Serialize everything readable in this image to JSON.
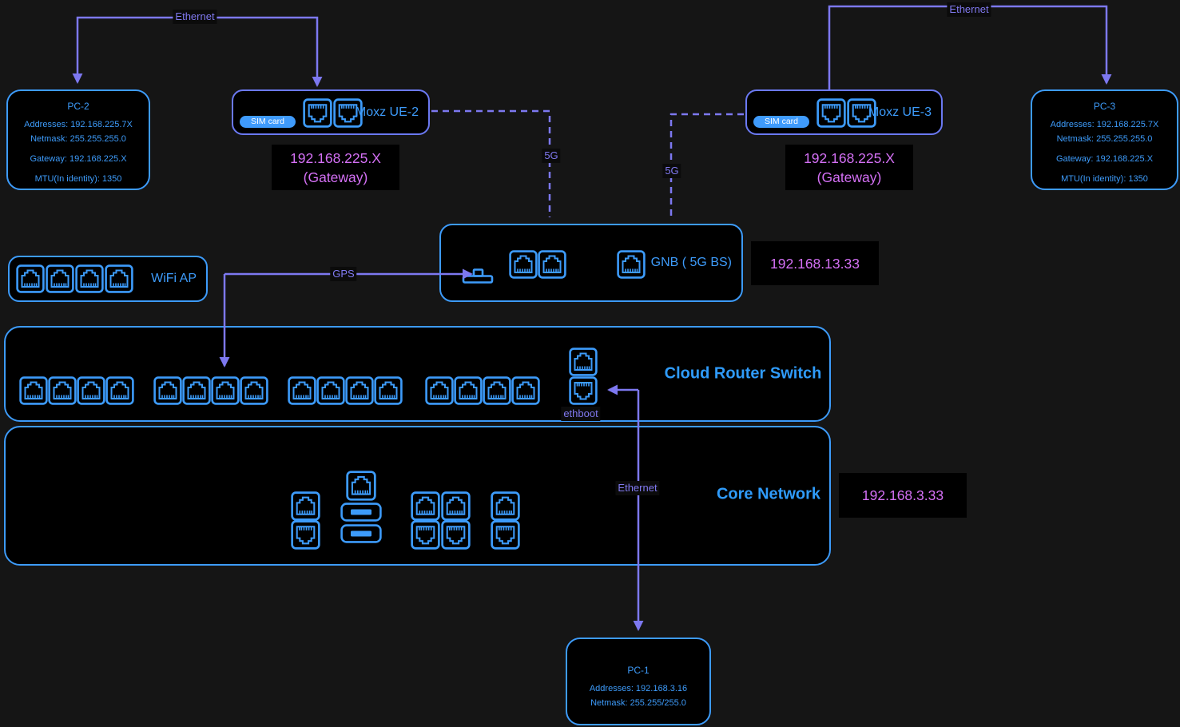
{
  "labels": {
    "ethernet": "Ethernet",
    "fiveg": "5G",
    "gps": "GPS",
    "ethboot": "ethboot"
  },
  "pc2": {
    "title": "PC-2",
    "addresses": "Addresses: 192.168.225.7X",
    "netmask": "Netmask: 255.255.255.0",
    "gateway": "Gateway: 192.168.225.X",
    "mtu": "MTU(In identity): 1350"
  },
  "pc3": {
    "title": "PC-3",
    "addresses": "Addresses: 192.168.225.7X",
    "netmask": "Netmask: 255.255.255.0",
    "gateway": "Gateway: 192.168.225.X",
    "mtu": "MTU(In identity): 1350"
  },
  "pc1": {
    "title": "PC-1",
    "addresses": "Addresses: 192.168.3.16",
    "netmask": "Netmask: 255.255/255.0"
  },
  "moxz_ue2": {
    "name": "Moxz UE-2",
    "sim": "SIM card",
    "gateway_ip": "192.168.225.X",
    "gateway_sub": "(Gateway)"
  },
  "moxz_ue3": {
    "name": "Moxz UE-3",
    "sim": "SIM card",
    "gateway_ip": "192.168.225.X",
    "gateway_sub": "(Gateway)"
  },
  "gnb": {
    "name": "GNB ( 5G BS)",
    "ip": "192.168.13.33"
  },
  "wifi_ap": {
    "name": "WiFi AP"
  },
  "cloud_router_switch": {
    "name": "Cloud Router Switch"
  },
  "core_network": {
    "name": "Core Network",
    "ip": "192.168.3.33"
  },
  "colors": {
    "blue": "#3d9bfa",
    "purple": "#7d78f0",
    "magenta": "#d470f5",
    "moxz_border": "#6b79f2",
    "sim_fill": "#3f9bfc"
  }
}
